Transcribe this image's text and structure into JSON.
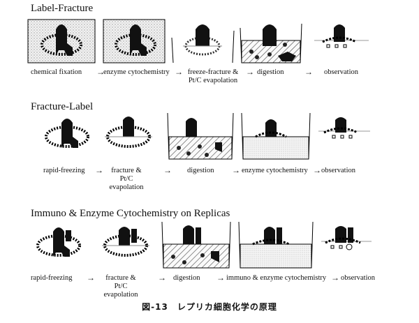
{
  "rows": [
    {
      "title": "Label-Fracture",
      "steps": [
        "chemical fixation",
        "enzyme cytochemistry",
        "freeze-fracture &\nPt/C evapolation",
        "digestion",
        "observation"
      ]
    },
    {
      "title": "Fracture-Label",
      "steps": [
        "rapid-freezing",
        "fracture &\nPt/C evapolation",
        "digestion",
        "enzyme cytochemistry",
        "observation"
      ]
    },
    {
      "title": "Immuno & Enzyme Cytochemistry on Replicas",
      "steps": [
        "rapid-freezing",
        "fracture &\nPt/C evapolation",
        "digestion",
        "immuno & enzyme cytochemistry",
        "observation"
      ]
    }
  ],
  "arrow": "→",
  "caption": "図-13　レプリカ細胞化学の原理"
}
